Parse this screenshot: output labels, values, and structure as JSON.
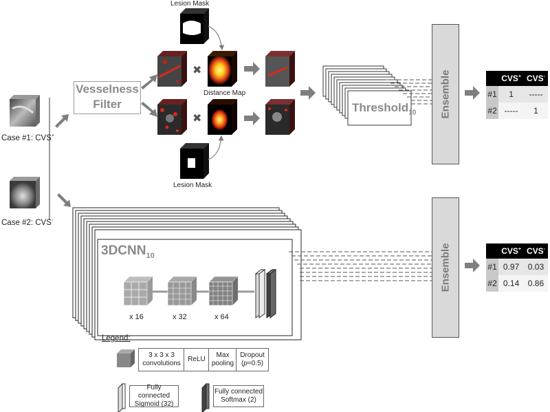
{
  "cases": [
    {
      "label": "Case #1: CVS",
      "sup": "+"
    },
    {
      "label": "Case #2: CVS",
      "sup": "-"
    }
  ],
  "vesselness": {
    "line1": "Vesselness",
    "line2": "Filter"
  },
  "lesion_mask_top": "Lesion Mask",
  "lesion_mask_bottom": "Lesion Mask",
  "distance_map": "Distance Map",
  "multiply_symbol": "✖",
  "threshold": {
    "text": "Threshold",
    "sub": "10"
  },
  "cnn": {
    "text": "3DCNN",
    "sub": "10"
  },
  "cnn_blocks": [
    {
      "label": "x 16"
    },
    {
      "label": "x 32"
    },
    {
      "label": "x 64"
    }
  ],
  "ensemble_top": "Ensemble",
  "ensemble_bottom": "Ensemble",
  "table_top": {
    "headers": [
      "",
      "CVS+",
      "CVS-"
    ],
    "rows": [
      {
        "id": "#1",
        "pos": "1",
        "neg": "-----"
      },
      {
        "id": "#2",
        "pos": "-----",
        "neg": "1"
      }
    ]
  },
  "table_bottom": {
    "headers": [
      "",
      "CVS+",
      "CVS-"
    ],
    "rows": [
      {
        "id": "#1",
        "pos": "0.97",
        "neg": "0.03"
      },
      {
        "id": "#2",
        "pos": "0.14",
        "neg": "0.86"
      }
    ]
  },
  "legend": {
    "title": "Legend:",
    "conv": "3 x 3 x 3 convolutions",
    "relu": "ReLU",
    "maxpool": "Max pooling",
    "dropout_prefix": "Dropout",
    "dropout_p": "p",
    "dropout_suffix": "=0.5)",
    "fc_sigmoid_1": "Fully connected",
    "fc_sigmoid_2": "Sigmoid (32)",
    "fc_softmax_1": "Fully connected",
    "fc_softmax_2": "Softmax (2)"
  },
  "colors": {
    "arrow": "#7f7f7f",
    "ensemble_fill": "#d9d9d9",
    "table_header": "#000000",
    "heat_red": "#d62a1b",
    "heat_yellow": "#ffd21a"
  }
}
